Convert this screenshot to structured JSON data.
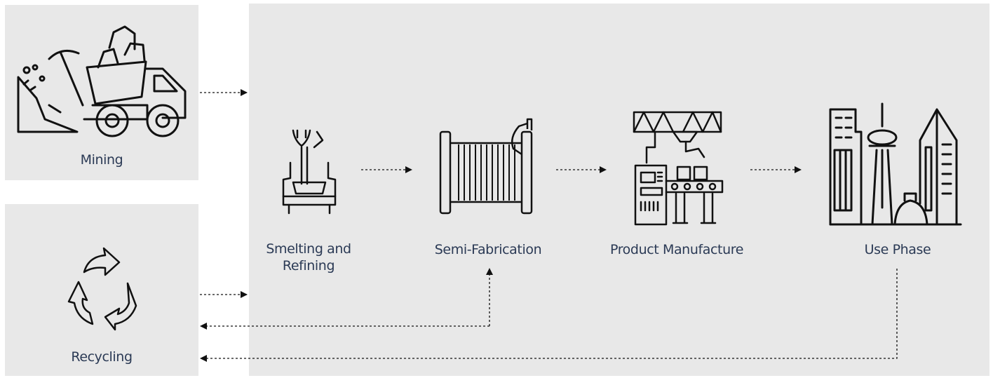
{
  "stages": {
    "mining": "Mining",
    "recycling": "Recycling",
    "smelting": "Smelting and\nRefining",
    "semi_fabrication": "Semi-Fabrication",
    "product_manufacture": "Product Manufacture",
    "use_phase": "Use Phase"
  },
  "icons": {
    "mining": "mining-truck-pickaxe-icon",
    "recycling": "recycle-arrows-icon",
    "smelting": "ladle-pouring-icon",
    "semi_fabrication": "wire-spool-icon",
    "product_manufacture": "factory-assembly-line-icon",
    "use_phase": "city-skyline-icon"
  },
  "colors": {
    "panel": "#e8e8e8",
    "label": "#2b3a55",
    "line": "#111111"
  }
}
